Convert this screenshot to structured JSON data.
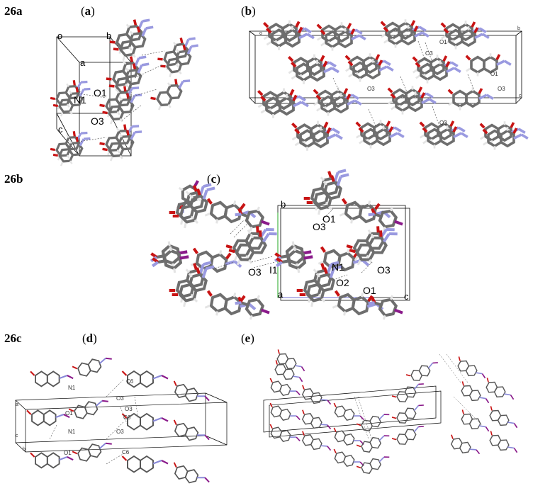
{
  "figure": {
    "row_tags": [
      "26a",
      "26b",
      "26c"
    ],
    "panels": [
      {
        "id": "a",
        "letter": "a",
        "atom_labels": [
          "N1",
          "O1",
          "O3"
        ],
        "axis_labels": [
          "o",
          "b",
          "a",
          "c"
        ]
      },
      {
        "id": "b",
        "letter": "b",
        "atom_labels": [
          "O1",
          "O3",
          "O3",
          "O3",
          "O1",
          "O3"
        ],
        "axis_labels": [
          "b",
          "o",
          "c"
        ]
      },
      {
        "id": "c",
        "letter": "c",
        "atom_labels": [
          "O3",
          "O1",
          "O3",
          "I1",
          "N1",
          "O3",
          "O2",
          "O1"
        ],
        "axis_labels": [
          "b",
          "a",
          "c"
        ]
      },
      {
        "id": "d",
        "letter": "d",
        "atom_labels": [
          "N1",
          "C6",
          "O1",
          "O3",
          "O3",
          "C6",
          "N1",
          "O3",
          "O1",
          "C6"
        ],
        "axis_labels": [
          "a",
          "c",
          "b"
        ]
      },
      {
        "id": "e",
        "letter": "e",
        "atom_labels": [],
        "axis_labels": []
      }
    ]
  },
  "colors": {
    "carbon": "#6e6e6e",
    "oxygen": "#c81414",
    "nitrogen": "#9a9ae0",
    "iodine": "#8a1a8a",
    "hydrogen": "#e4e4e4",
    "cell": "#000000"
  }
}
